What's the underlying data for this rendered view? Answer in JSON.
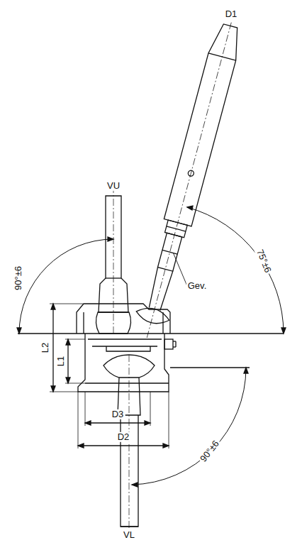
{
  "diagram": {
    "labels": [
      "D1",
      "VU",
      "Gev.",
      "90°±6",
      "75°±6",
      "L2",
      "L1",
      "D3",
      "D2",
      "90°±6",
      "VL"
    ]
  }
}
